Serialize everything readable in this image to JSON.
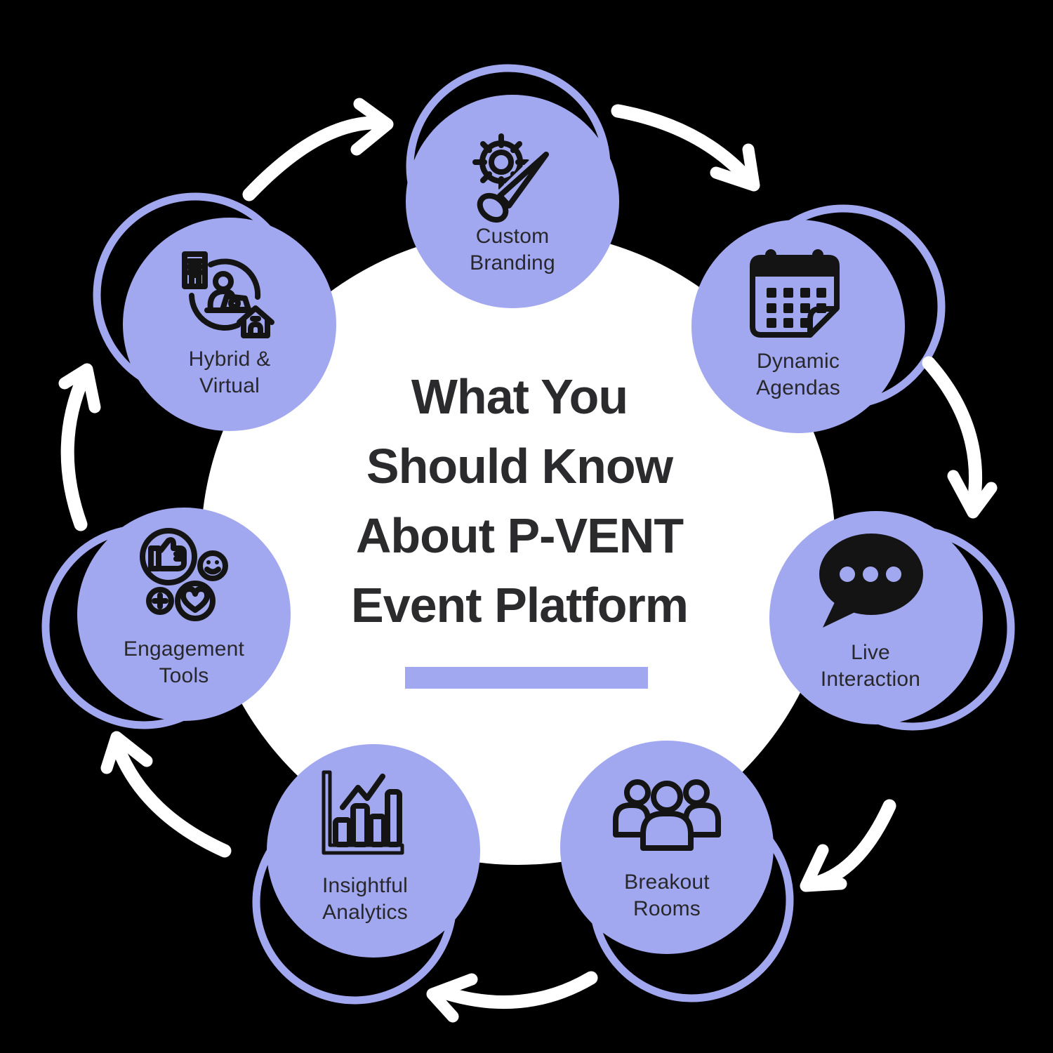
{
  "page": {
    "type": "circular-feature-infographic",
    "flow_direction": "clockwise",
    "background_color": "#000000"
  },
  "colors": {
    "node_fill": "#a2a8ef",
    "ring_stroke": "#a2a8ef",
    "center_circle": "#ffffff",
    "arrow": "#ffffff",
    "icon_stroke": "#141414",
    "title_text": "#2b2b2e",
    "label_text": "#28282c",
    "underline_bar": "#a2a8ef"
  },
  "title": {
    "text": "What You Should Know About P-VENT Event Platform",
    "lines": [
      "What You",
      "Should Know",
      "About P-VENT",
      "Event Platform"
    ]
  },
  "nodes": [
    {
      "id": "custom-branding",
      "label": "Custom Branding",
      "lines": [
        "Custom",
        "Branding"
      ],
      "icon": "gear-paintbrush-icon"
    },
    {
      "id": "dynamic-agendas",
      "label": "Dynamic Agendas",
      "lines": [
        "Dynamic",
        "Agendas"
      ],
      "icon": "calendar-icon"
    },
    {
      "id": "live-interaction",
      "label": "Live Interaction",
      "lines": [
        "Live",
        "Interaction"
      ],
      "icon": "chat-bubble-icon"
    },
    {
      "id": "breakout-rooms",
      "label": "Breakout Rooms",
      "lines": [
        "Breakout",
        "Rooms"
      ],
      "icon": "group-people-icon"
    },
    {
      "id": "insightful-analytics",
      "label": "Insightful Analytics",
      "lines": [
        "Insightful",
        "Analytics"
      ],
      "icon": "bar-chart-trend-icon"
    },
    {
      "id": "engagement-tools",
      "label": "Engagement Tools",
      "lines": [
        "Engagement",
        "Tools"
      ],
      "icon": "reactions-icon"
    },
    {
      "id": "hybrid-virtual",
      "label": "Hybrid & Virtual",
      "lines": [
        "Hybrid &",
        "Virtual"
      ],
      "icon": "hybrid-work-icon"
    }
  ]
}
